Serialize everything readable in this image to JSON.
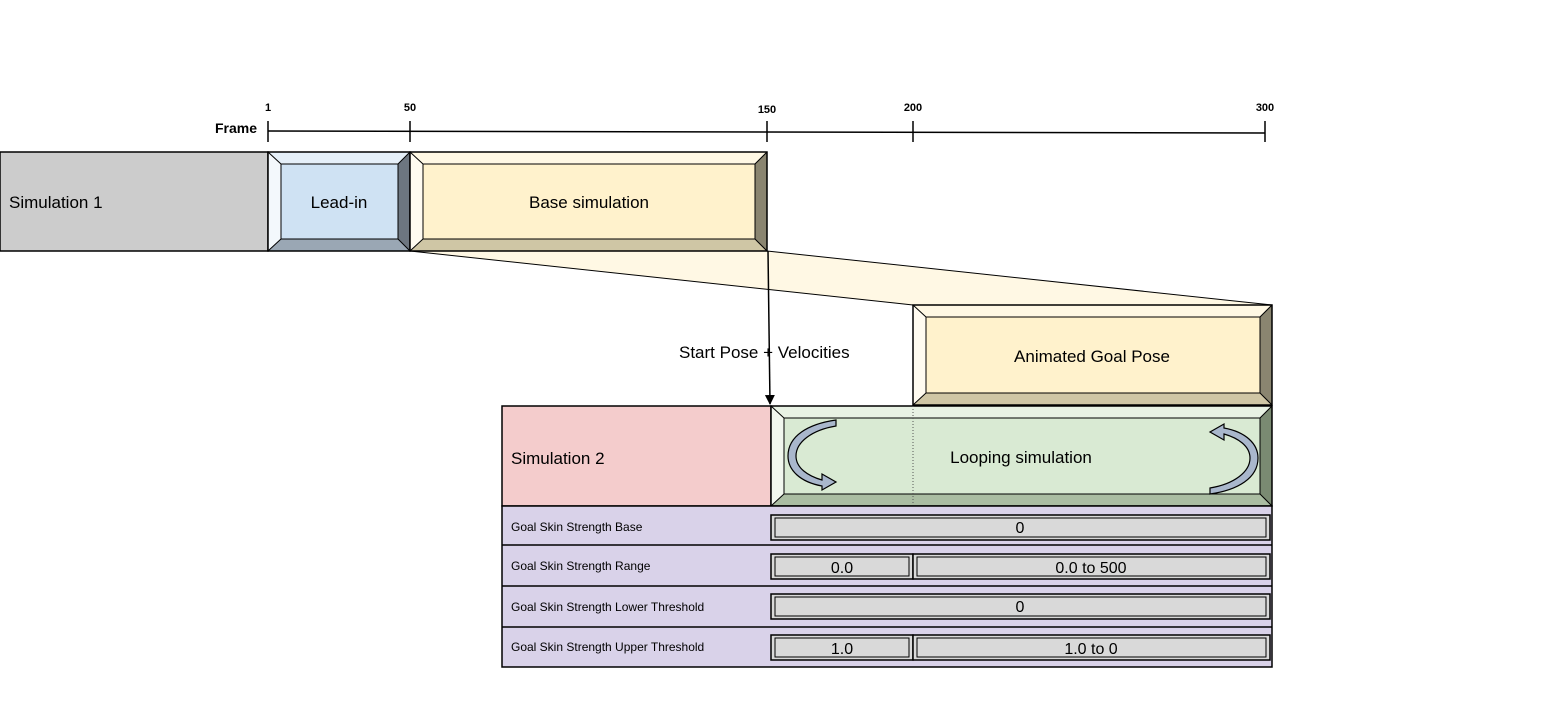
{
  "timeline": {
    "label": "Frame",
    "ticks": [
      "1",
      "50",
      "150",
      "200",
      "300"
    ]
  },
  "simulation1": {
    "label": "Simulation 1",
    "leadin": "Lead-in",
    "base": "Base simulation"
  },
  "handoff_label": "Start Pose + Velocities",
  "goal_pose": "Animated Goal Pose",
  "simulation2": {
    "label": "Simulation 2",
    "looping": "Looping simulation"
  },
  "params": [
    {
      "name": "Goal Skin Strength Base",
      "values": [
        "0"
      ]
    },
    {
      "name": "Goal Skin Strength Range",
      "values": [
        "0.0",
        "0.0 to 500"
      ]
    },
    {
      "name": "Goal Skin Strength Lower Threshold",
      "values": [
        "0"
      ]
    },
    {
      "name": "Goal Skin Strength Upper Threshold",
      "values": [
        "1.0",
        "1.0 to 0"
      ]
    }
  ],
  "colors": {
    "sim1_label_bg": "#cccccc",
    "leadin": "#cfe2f3",
    "base": "#fff2cc",
    "sim2_label_bg": "#f4cccc",
    "looping": "#d9ead3",
    "param_bg": "#d9d2e9",
    "param_field": "#d9d9d9",
    "loop_arrow": "#a9b7cc"
  }
}
